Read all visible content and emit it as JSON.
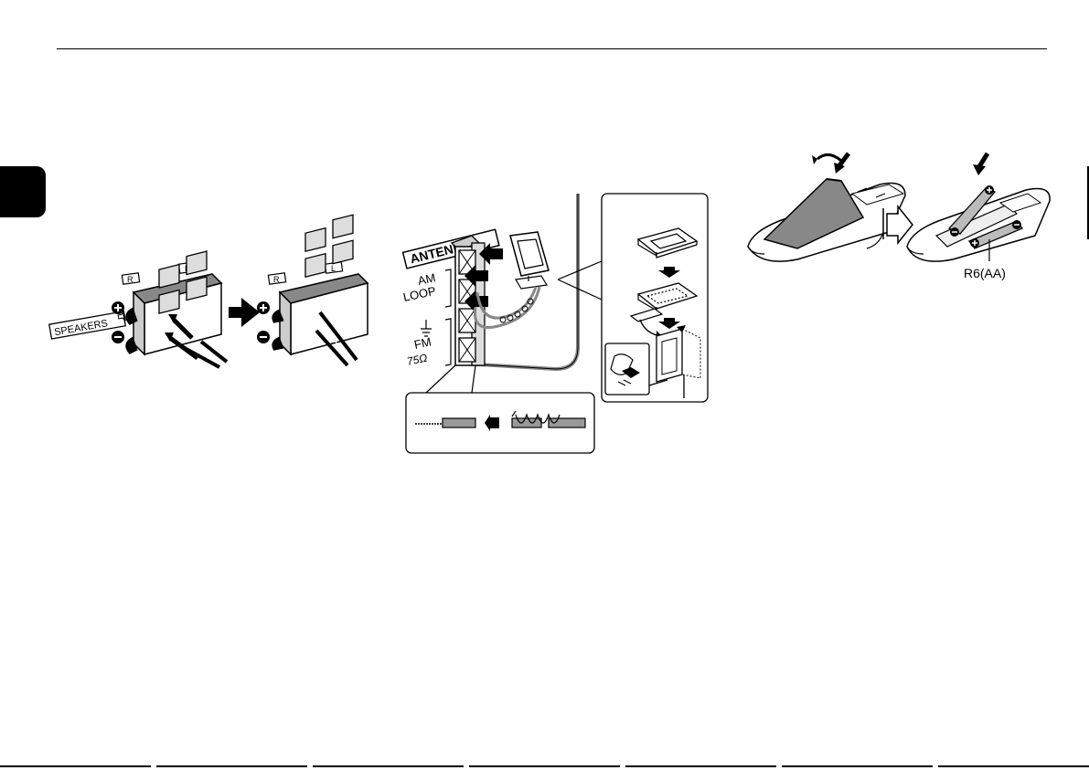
{
  "speakers": {
    "label_r": "R",
    "label_l": "L",
    "label_speakers": "SPEAKERS"
  },
  "antenna": {
    "label_antenna": "ANTENNA",
    "label_am": "AM",
    "label_loop": "LOOP",
    "label_fm": "FM",
    "label_75": "75Ω"
  },
  "remote": {
    "battery_label": "R6(AA)"
  }
}
